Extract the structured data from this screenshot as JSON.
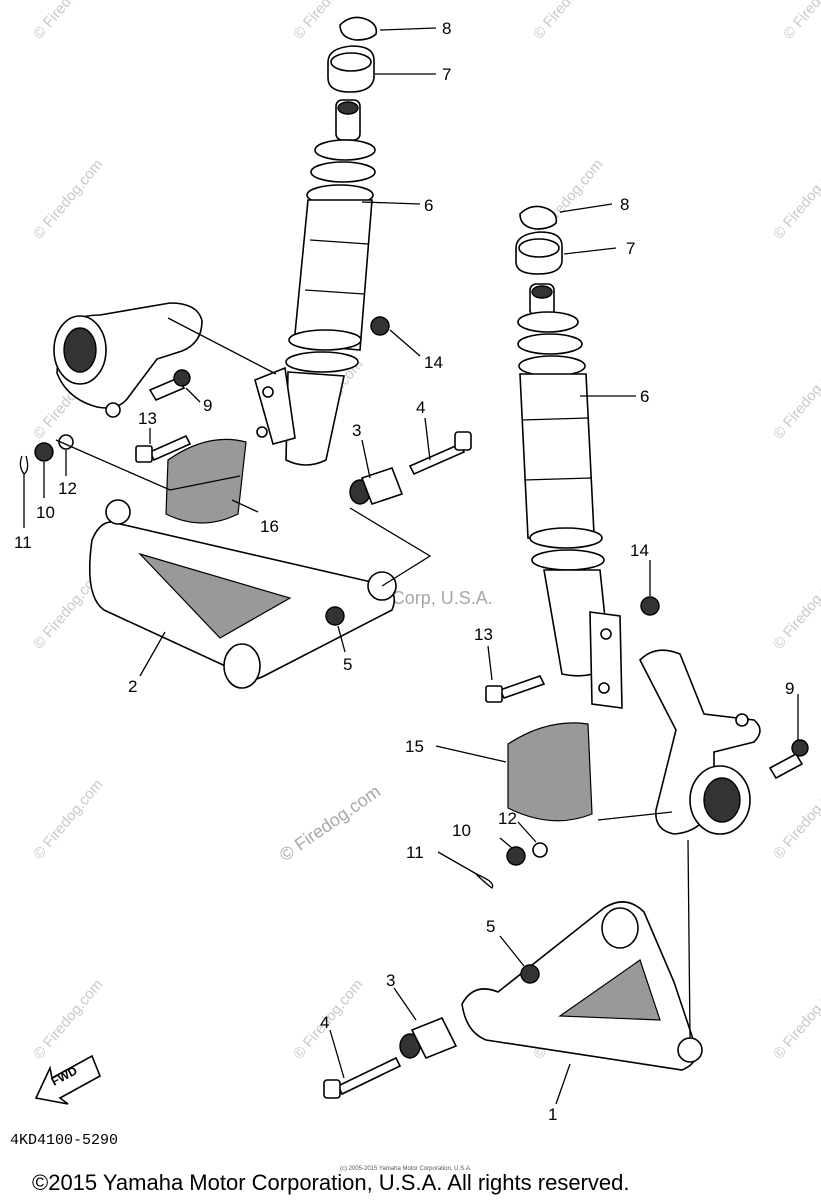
{
  "diagram": {
    "part_code": "4KD4100-5290",
    "copyright": "©2015 Yamaha Motor Corporation, U.S.A. All rights reserved.",
    "fine_print": "(c) 2005-2015 Yamaha Motor Corporation, U.S.A.",
    "center_watermark": "Yamaha Motor Corp, U.S.A.",
    "watermark": "© Firedog.com",
    "fwd_label": "FWD",
    "callouts": {
      "c1": "1",
      "c2": "2",
      "c3a": "3",
      "c3b": "3",
      "c4a": "4",
      "c4b": "4",
      "c5a": "5",
      "c5b": "5",
      "c6a": "6",
      "c6b": "6",
      "c7a": "7",
      "c7b": "7",
      "c8a": "8",
      "c8b": "8",
      "c9a": "9",
      "c9b": "9",
      "c10a": "10",
      "c10b": "10",
      "c11a": "11",
      "c11b": "11",
      "c12a": "12",
      "c12b": "12",
      "c13a": "13",
      "c13b": "13",
      "c14a": "14",
      "c14b": "14",
      "c15": "15",
      "c16": "16"
    }
  }
}
